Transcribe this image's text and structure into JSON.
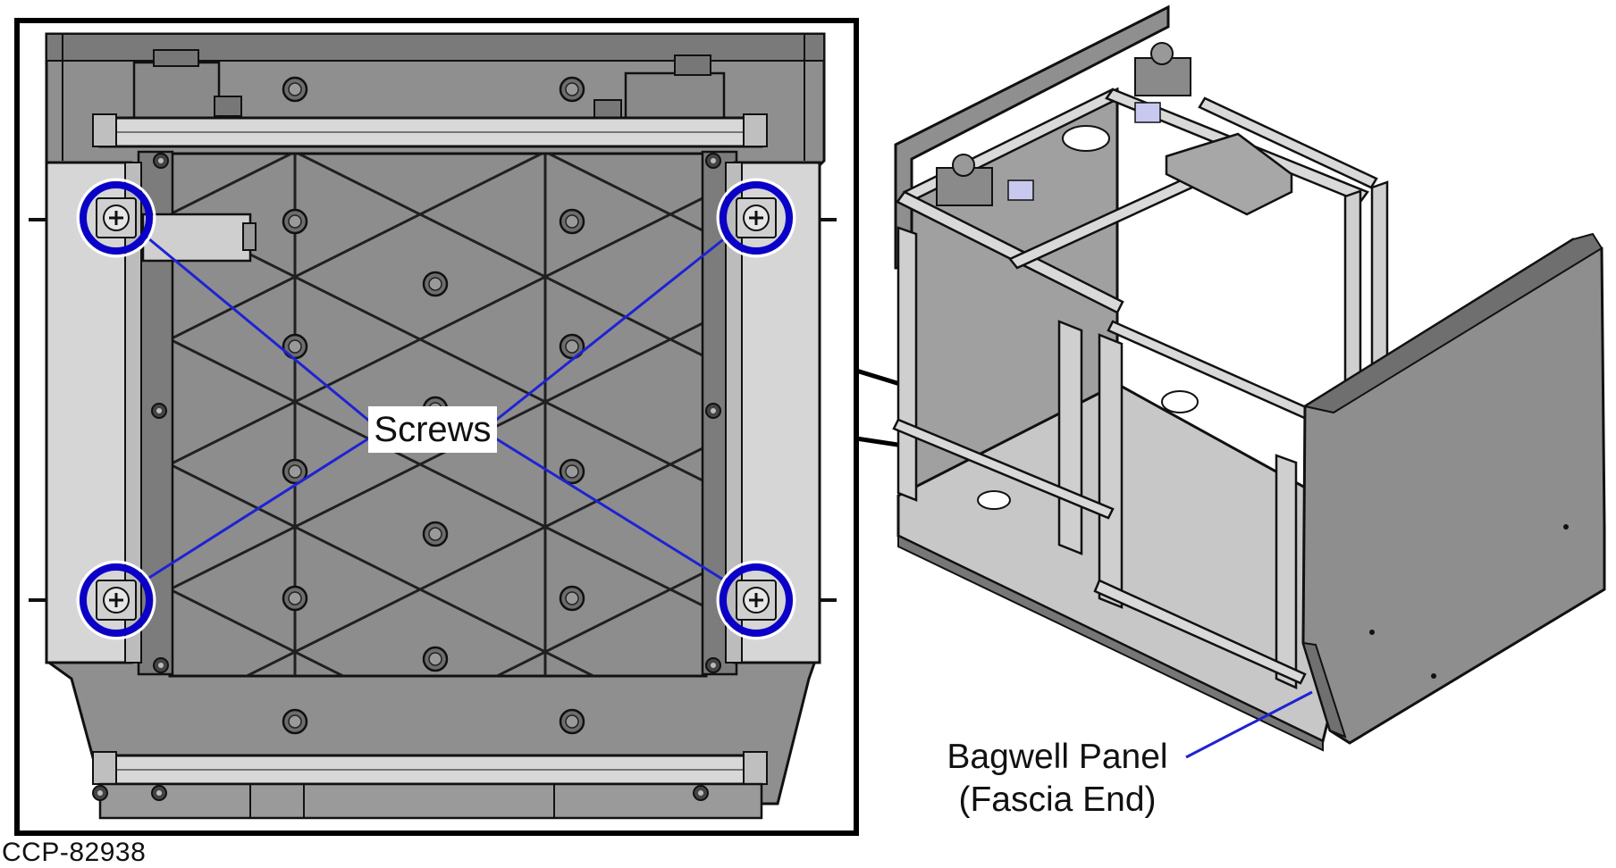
{
  "figure": {
    "callout_label": "Screws",
    "panel_label_line1": "Bagwell Panel",
    "panel_label_line2": "(Fascia End)",
    "figure_id": "CCP-82938"
  },
  "colors": {
    "callout_blue": "#0a00c8",
    "leader_blue": "#1e23d2",
    "panel_gray": "#8e8e8e",
    "panel_dark": "#6f6f6f",
    "frame_light": "#d9d9d9",
    "outline": "#111111"
  },
  "icons": {
    "screw": "screw-icon",
    "callout": "callout-circle"
  }
}
